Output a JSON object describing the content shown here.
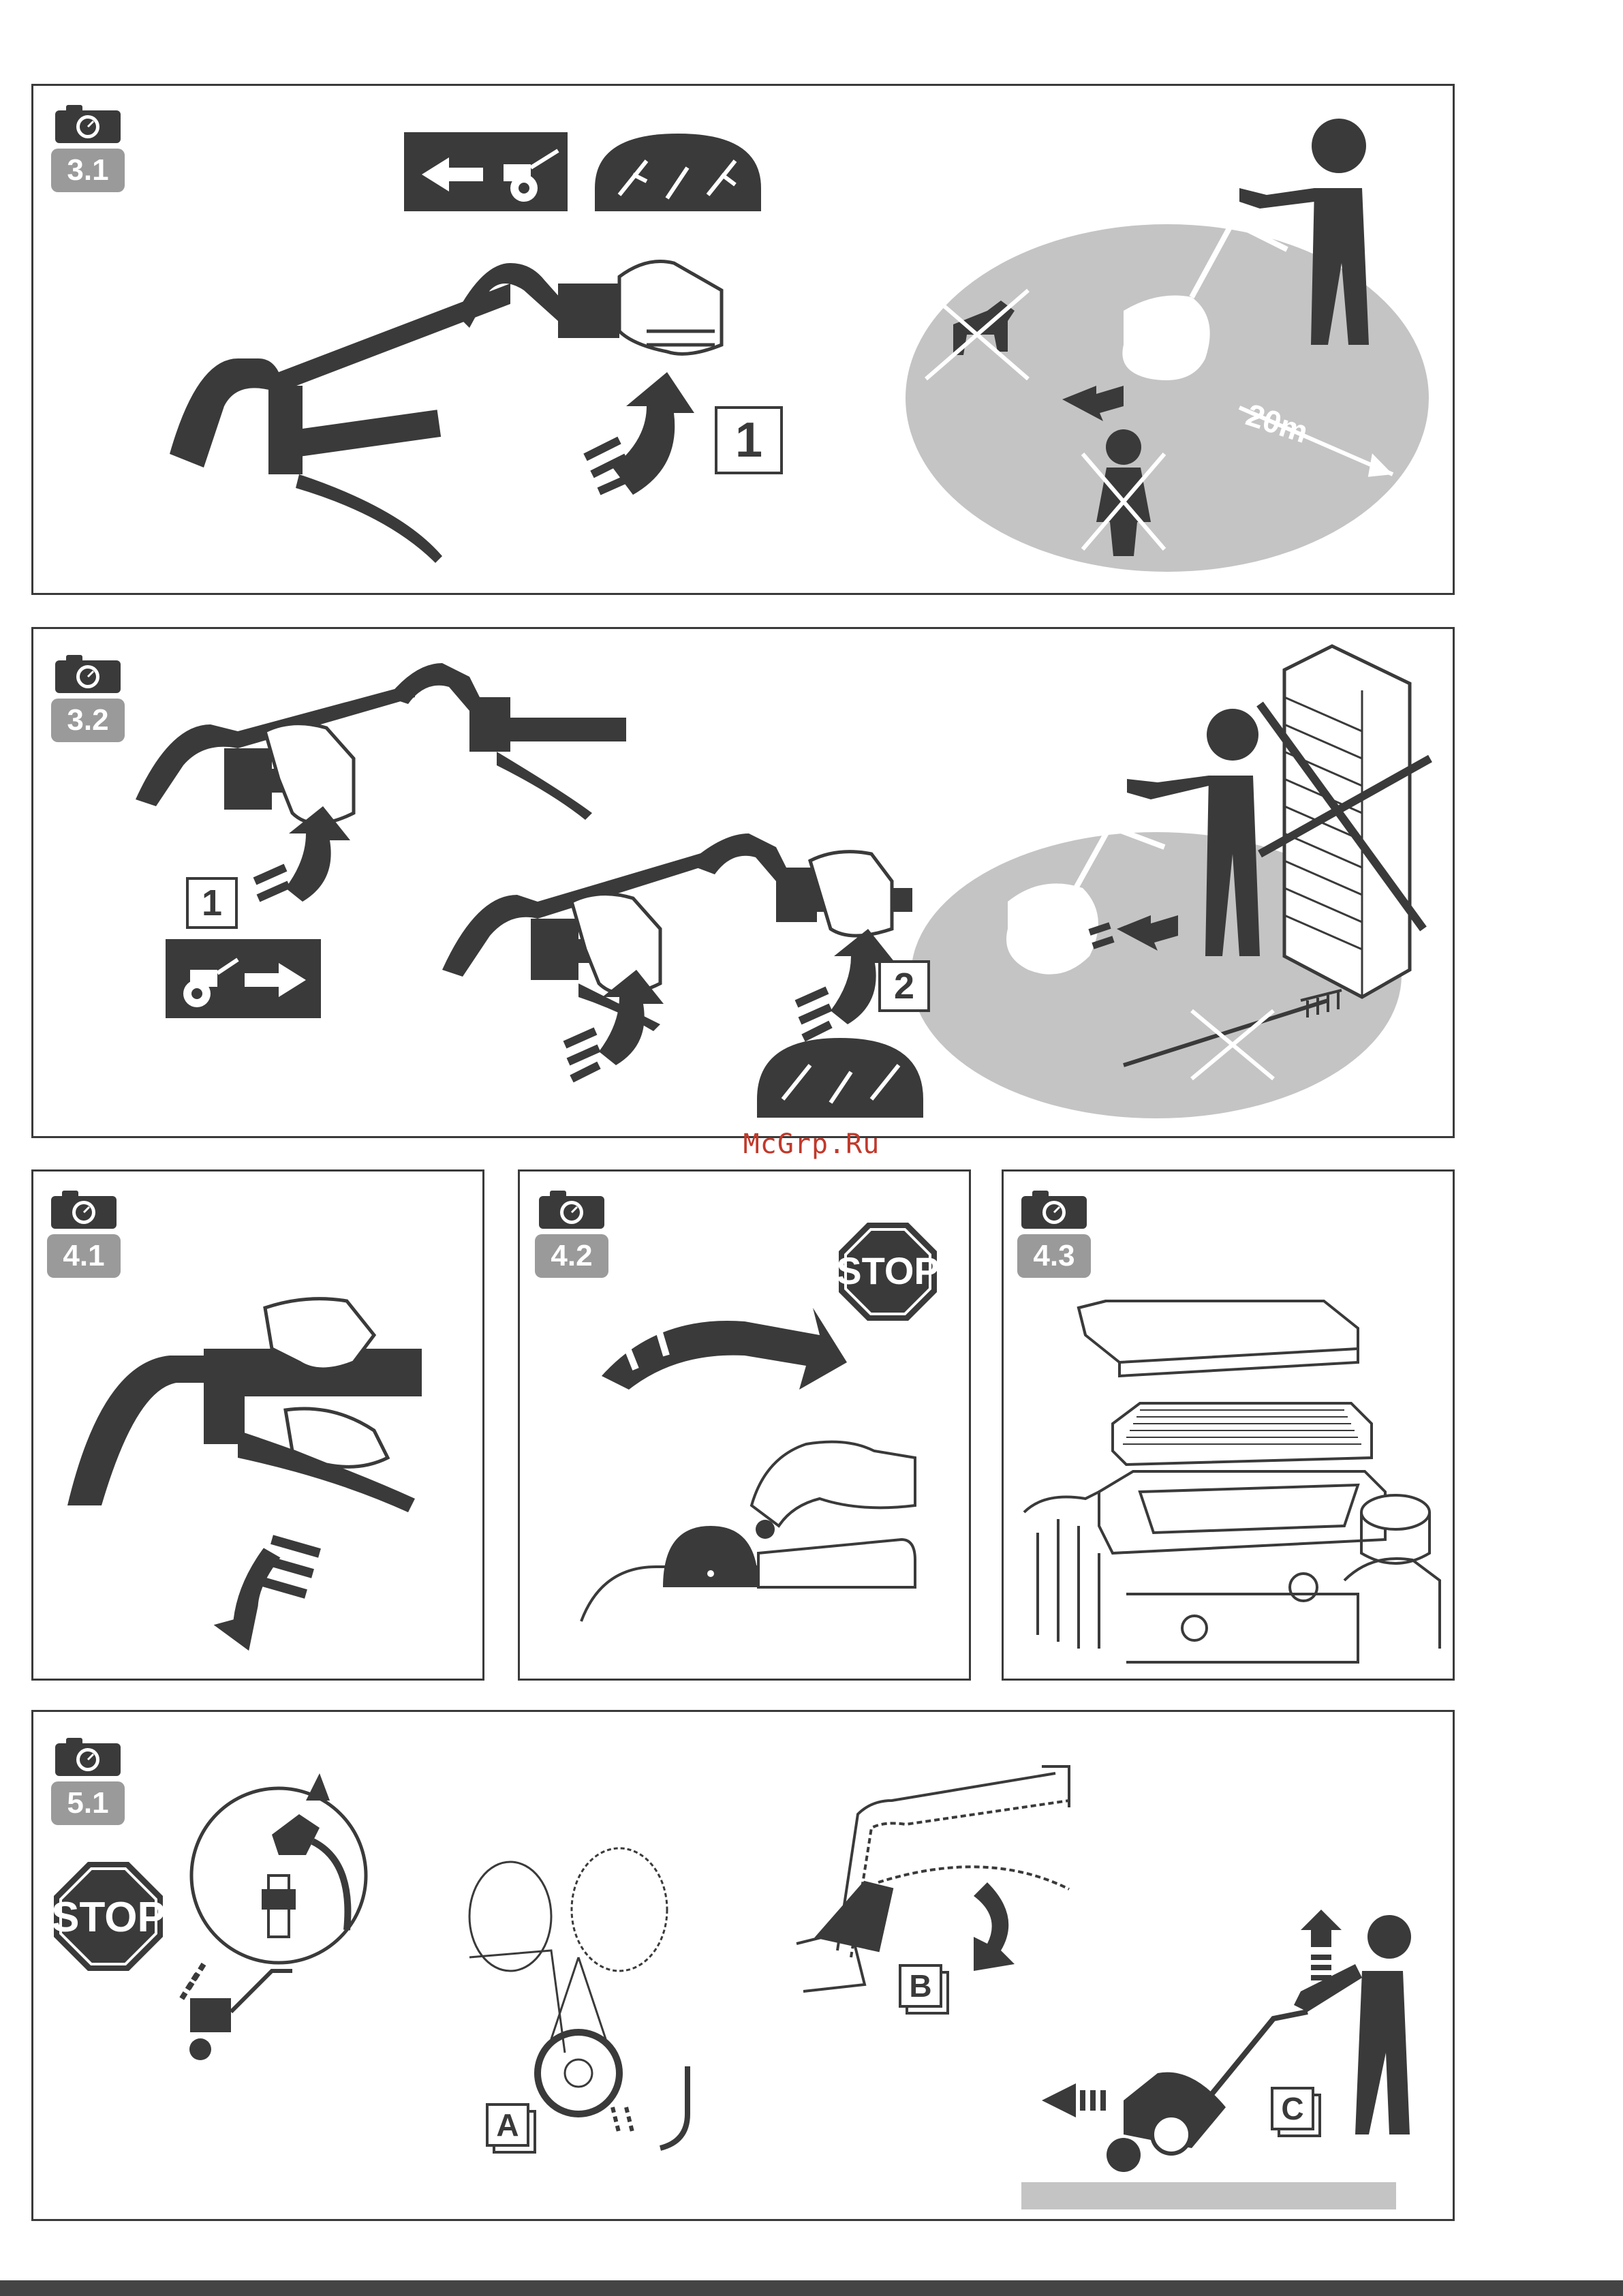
{
  "watermark": "McGrp.Ru",
  "colors": {
    "ink": "#3a3a3a",
    "zone": "#c4c4c4",
    "watermark": "#c0392b"
  },
  "icons": [
    "camera-icon",
    "tiller-forward-icon",
    "tiller-reverse-icon",
    "tines-icon",
    "stop-sign-icon",
    "spark-plug-icon"
  ],
  "panels": {
    "p31": {
      "badge": "3.1",
      "step1": "1",
      "distance": "20m"
    },
    "p32": {
      "badge": "3.2",
      "step1": "1",
      "step2": "2"
    },
    "p41": {
      "badge": "4.1"
    },
    "p42": {
      "badge": "4.2",
      "stop": "STOP"
    },
    "p43": {
      "badge": "4.3"
    },
    "p51": {
      "badge": "5.1",
      "stop": "STOP",
      "step_a": "A",
      "step_b": "B",
      "step_c": "C"
    }
  }
}
